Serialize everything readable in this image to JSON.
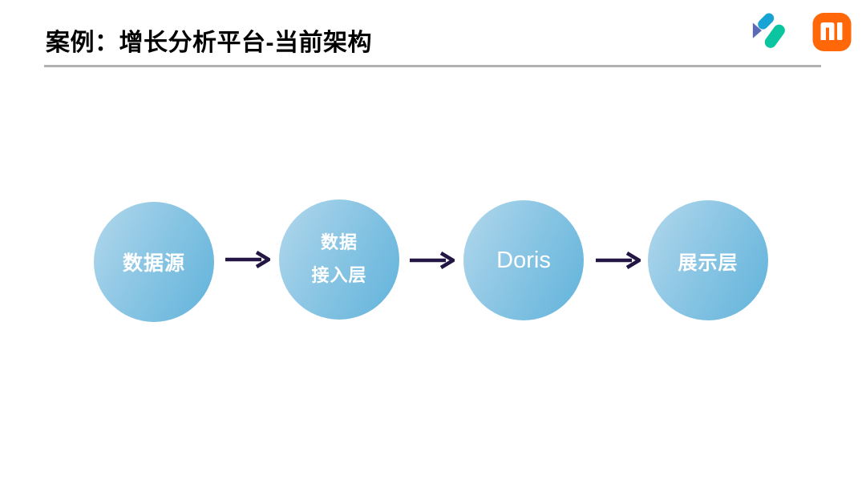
{
  "header": {
    "title": "案例：增长分析平台-当前架构",
    "logos": {
      "left": "doris-logo",
      "right": "xiaomi-logo"
    }
  },
  "diagram": {
    "type": "flow",
    "direction": "left-to-right",
    "nodes": [
      {
        "id": "data-source",
        "lines": [
          "数据源"
        ]
      },
      {
        "id": "data-access-layer",
        "lines": [
          "数据",
          "接入层"
        ]
      },
      {
        "id": "doris",
        "lines": [
          "Doris"
        ]
      },
      {
        "id": "presentation-layer",
        "lines": [
          "展示层"
        ]
      }
    ],
    "edges": [
      {
        "from": "data-source",
        "to": "data-access-layer"
      },
      {
        "from": "data-access-layer",
        "to": "doris"
      },
      {
        "from": "doris",
        "to": "presentation-layer"
      }
    ]
  },
  "colors": {
    "circle_gradient_light": "#b2d8ec",
    "circle_gradient_dark": "#61b3db",
    "node_text": "#ffffff",
    "arrow": "#231645",
    "divider": "#b1b1b1",
    "title_text": "#000000",
    "xiaomi_orange": "#ff6709",
    "doris_cyan": "#17a3d3",
    "doris_green": "#0bc5a0",
    "doris_indigo": "#5a6ab8"
  }
}
